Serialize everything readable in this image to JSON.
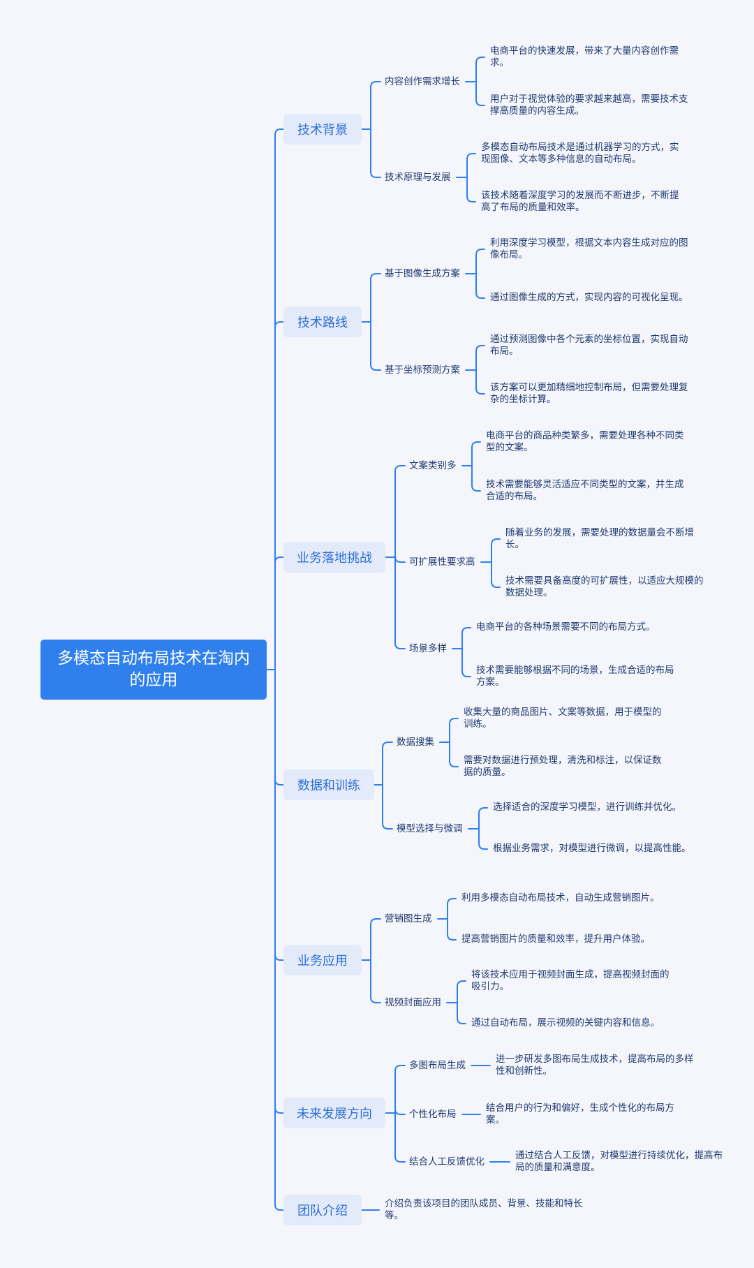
{
  "root": {
    "title": "多模态自动布局技术在淘内的应用"
  },
  "branches": [
    {
      "label": "技术背景",
      "children": [
        {
          "label": "内容创作需求增长",
          "leaves": [
            "电商平台的快速发展，带来了大量内容创作需求。",
            "用户对于视觉体验的要求越来越高，需要技术支撑高质量的内容生成。"
          ]
        },
        {
          "label": "技术原理与发展",
          "leaves": [
            "多模态自动布局技术是通过机器学习的方式，实现图像、文本等多种信息的自动布局。",
            "该技术随着深度学习的发展而不断进步，不断提高了布局的质量和效率。"
          ]
        }
      ]
    },
    {
      "label": "技术路线",
      "children": [
        {
          "label": "基于图像生成方案",
          "leaves": [
            "利用深度学习模型，根据文本内容生成对应的图像布局。",
            "通过图像生成的方式，实现内容的可视化呈现。"
          ]
        },
        {
          "label": "基于坐标预测方案",
          "leaves": [
            "通过预测图像中各个元素的坐标位置，实现自动布局。",
            "该方案可以更加精细地控制布局，但需要处理复杂的坐标计算。"
          ]
        }
      ]
    },
    {
      "label": "业务落地挑战",
      "children": [
        {
          "label": "文案类别多",
          "leaves": [
            "电商平台的商品种类繁多，需要处理各种不同类型的文案。",
            "技术需要能够灵活适应不同类型的文案，并生成合适的布局。"
          ]
        },
        {
          "label": "可扩展性要求高",
          "leaves": [
            "随着业务的发展，需要处理的数据量会不断增长。",
            "技术需要具备高度的可扩展性，以适应大规模的数据处理。"
          ]
        },
        {
          "label": "场景多样",
          "leaves": [
            "电商平台的各种场景需要不同的布局方式。",
            "技术需要能够根据不同的场景，生成合适的布局方案。"
          ]
        }
      ]
    },
    {
      "label": "数据和训练",
      "children": [
        {
          "label": "数据搜集",
          "leaves": [
            "收集大量的商品图片、文案等数据，用于模型的训练。",
            "需要对数据进行预处理，清洗和标注，以保证数据的质量。"
          ]
        },
        {
          "label": "模型选择与微调",
          "leaves": [
            "选择适合的深度学习模型，进行训练并优化。",
            "根据业务需求，对模型进行微调，以提高性能。"
          ]
        }
      ]
    },
    {
      "label": "业务应用",
      "children": [
        {
          "label": "营销图生成",
          "leaves": [
            "利用多模态自动布局技术，自动生成营销图片。",
            "提高营销图片的质量和效率，提升用户体验。"
          ]
        },
        {
          "label": "视频封面应用",
          "leaves": [
            "将该技术应用于视频封面生成，提高视频封面的吸引力。",
            "通过自动布局，展示视频的关键内容和信息。"
          ]
        }
      ]
    },
    {
      "label": "未来发展方向",
      "children": [
        {
          "label": "多图布局生成",
          "leaves": [
            "进一步研发多图布局生成技术，提高布局的多样性和创新性。"
          ]
        },
        {
          "label": "个性化布局",
          "leaves": [
            "结合用户的行为和偏好，生成个性化的布局方案。"
          ]
        },
        {
          "label": "结合人工反馈优化",
          "leaves": [
            "通过结合人工反馈，对模型进行持续优化，提高布局的质量和满意度。"
          ]
        }
      ]
    },
    {
      "label": "团队介绍",
      "children": [],
      "leaves": [
        "介绍负责该项目的团队成员、背景、技能和特长等。"
      ]
    }
  ],
  "colors": {
    "accent": "#2f80ed",
    "line": "#2f80ed",
    "main_bg": "#e3ebfb",
    "text": "#1f3a6e",
    "background": "#f4f6fc"
  }
}
